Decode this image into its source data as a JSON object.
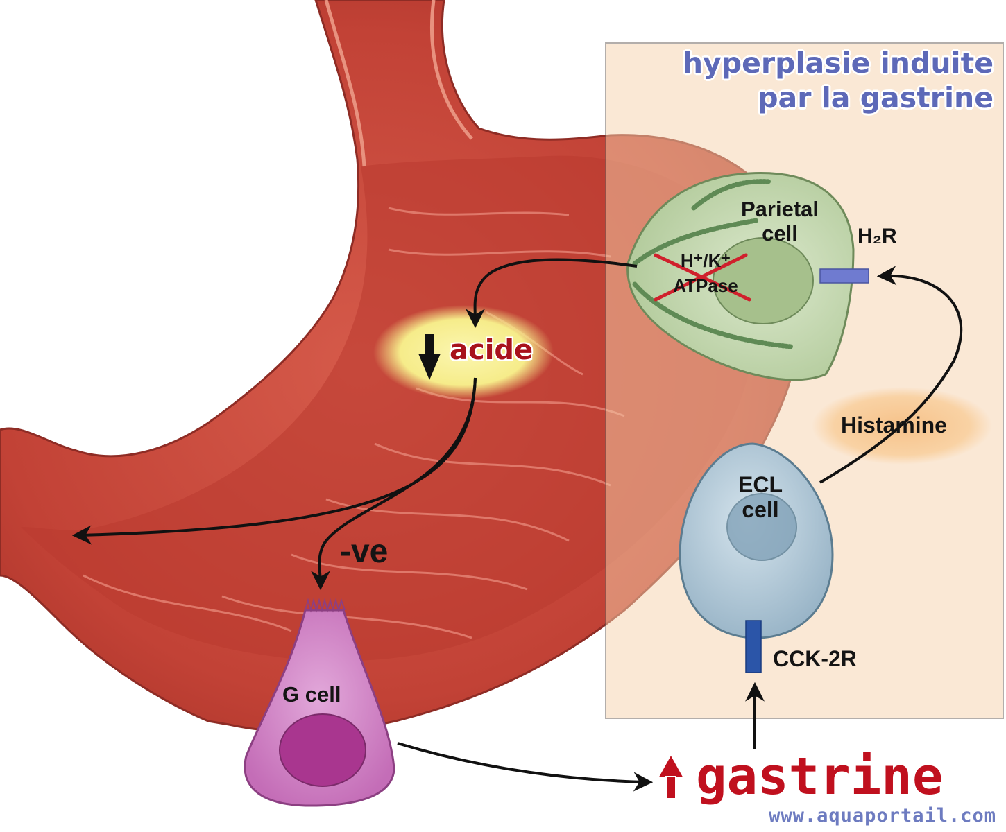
{
  "title": {
    "line1": "hyperplasie induite",
    "line2": "par la gastrine"
  },
  "labels": {
    "parietal_cell": {
      "line1": "Parietal",
      "line2": "cell"
    },
    "h2r": "H₂R",
    "pump": {
      "line1": "H⁺/K⁺",
      "line2": "ATPase"
    },
    "acide": "acide",
    "histamine": "Histamine",
    "ecl_cell": {
      "line1": "ECL",
      "line2": "cell"
    },
    "cck2r": "CCK-2R",
    "negative": "-ve",
    "g_cell": "G cell",
    "gastrine": "gastrine"
  },
  "watermark": "www.aquaportail.com",
  "colors": {
    "stomach": "#c8473d",
    "panel": "#f7d3ad",
    "parietal": "#c9dcb8",
    "ecl": "#b5ccd8",
    "gcell": "#cf84c4",
    "highlight_yellow": "#fbf39c",
    "accent_red": "#c0101e",
    "title_blue": "#5d69b8"
  },
  "icons": [
    "down-arrow-icon",
    "up-arrow-icon",
    "cross-out-icon"
  ]
}
